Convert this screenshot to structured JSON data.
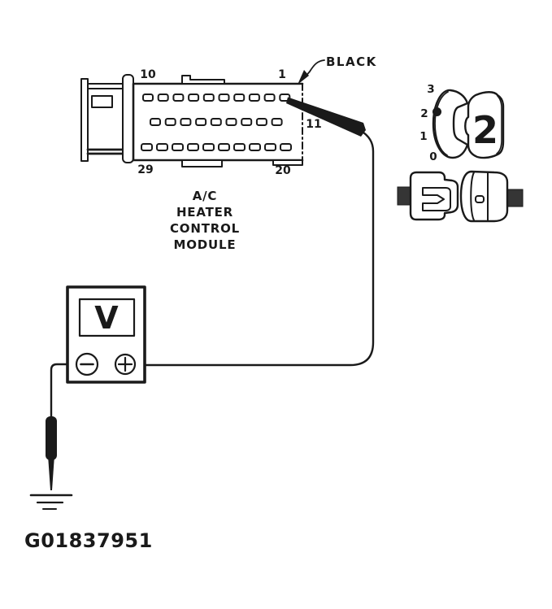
{
  "figure": {
    "id": "G01837951"
  },
  "colors": {
    "ink": "#1a1a1a",
    "paper": "#ffffff"
  },
  "module": {
    "label_lines": [
      "A/C",
      "HEATER",
      "CONTROL",
      "MODULE"
    ],
    "wire_color_label": "BLACK",
    "pin_rows": [
      {
        "slots": 10
      },
      {
        "slots": 9
      },
      {
        "slots": 10
      }
    ],
    "pin_labels": {
      "top_left": "10",
      "top_right": "1",
      "middle_right": "11",
      "bottom_left": "29",
      "bottom_right": "20"
    }
  },
  "meter": {
    "display": "V"
  },
  "terminal_id_detail": {
    "position_labels": [
      "3",
      "2",
      "1",
      "0"
    ],
    "connector_number": "2"
  }
}
